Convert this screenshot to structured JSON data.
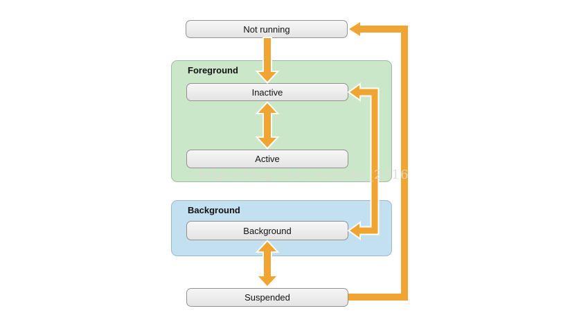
{
  "diagram": {
    "nodes": {
      "not_running": {
        "label": "Not running"
      },
      "inactive": {
        "label": "Inactive"
      },
      "active": {
        "label": "Active"
      },
      "background": {
        "label": "Background"
      },
      "suspended": {
        "label": "Suspended"
      }
    },
    "groups": {
      "foreground": {
        "label": "Foreground"
      },
      "background": {
        "label": "Background"
      }
    },
    "watermark": "http://blog.csdn.net/sky_2016",
    "colors": {
      "arrow": "#F0A431",
      "foreground_fill": "#CBE7CA",
      "foreground_border": "#A2B8A2",
      "background_fill": "#C2E0F0",
      "background_border": "#9CB9CB",
      "node_fill": "#EFEFEF",
      "node_border": "#919191",
      "watermark_text": "#DEDCD3"
    }
  }
}
